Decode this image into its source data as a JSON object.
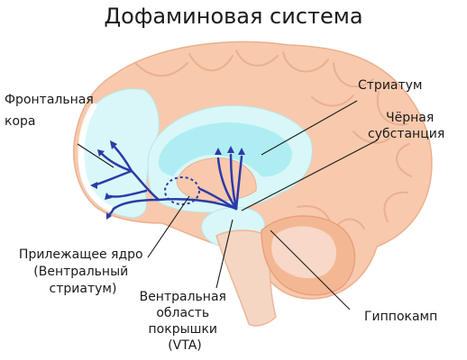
{
  "title": "Дофаминовая система",
  "labels": {
    "frontal_cortex": [
      "Фронтальная",
      "кора"
    ],
    "striatum": "Стриатум",
    "substantia_nigra": [
      "Чёрная",
      "субстанция"
    ],
    "nucleus_accumbens": [
      "Прилежащее ядро",
      "(Вентральный",
      "стриатум)"
    ],
    "vta": [
      "Вентральная",
      "область",
      "покрышки",
      "(VTA)"
    ],
    "hippocampus": "Гиппокамп"
  },
  "colors": {
    "brain_outer": "#f8c9ad",
    "brain_inner": "#f2b08f",
    "outline": "#e8a07f",
    "blue_light": "#d9f7f8",
    "blue_mid": "#aeeef3",
    "pathway": "#2c3aa8",
    "cerebellum": "#f3b893",
    "cerebellum_core": "#f8d8c8",
    "brainstem": "#f5d6c2"
  }
}
